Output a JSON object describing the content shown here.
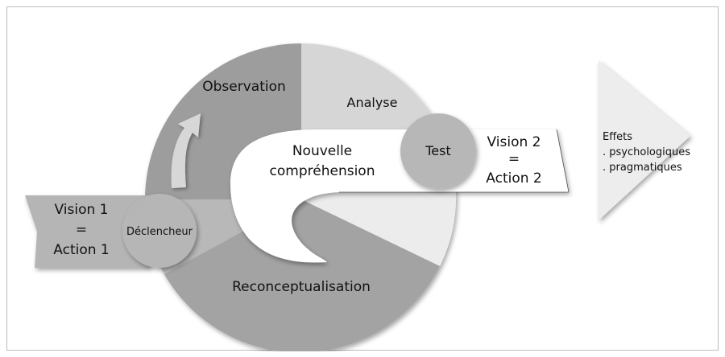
{
  "colors": {
    "frame_border": "#bdbdbd",
    "observation_sector": "#9d9d9d",
    "analyse_sector": "#d6d6d6",
    "reconceptualisation_sector": "#a3a3a3",
    "light_sector": "#ececec",
    "outer_left": "#b9b9b9",
    "node_fill": "#b6b6b6",
    "banner_fill": "#ffffff",
    "effects_fill": "#ededed",
    "text": "#111111"
  },
  "cycle": {
    "observation": "Observation",
    "analyse": "Analyse",
    "reconceptualisation": "Reconceptualisation",
    "center_line1": "Nouvelle",
    "center_line2": "compréhension"
  },
  "vision1": {
    "line1": "Vision 1",
    "line2": "=",
    "line3": "Action 1"
  },
  "declencheur": "Déclencheur",
  "test": "Test",
  "vision2": {
    "line1": "Vision 2",
    "line2": "=",
    "line3": "Action 2"
  },
  "effets": {
    "title": "Effets",
    "items": [
      ". psychologiques",
      ". pragmatiques"
    ]
  }
}
